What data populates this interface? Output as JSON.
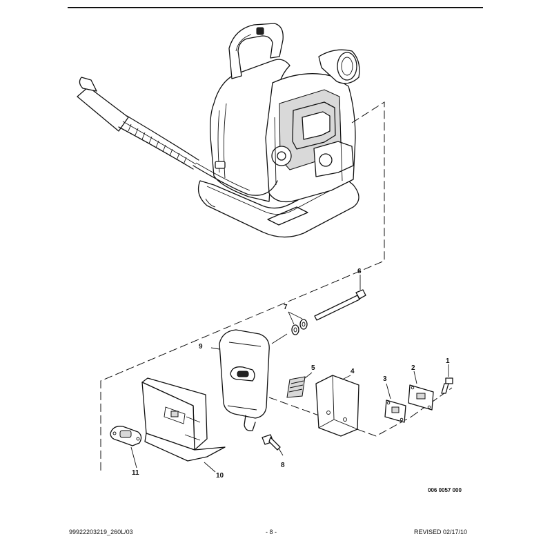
{
  "callouts": {
    "c1": "1",
    "c2": "2",
    "c3": "3",
    "c4": "4",
    "c5": "5",
    "c6": "6",
    "c7": "7",
    "c8": "8",
    "c9": "9",
    "c10": "10",
    "c11": "11"
  },
  "figure_number": "006 0057 000",
  "footer": {
    "left": "99922203219_260L/03",
    "center": "- 8 -",
    "right": "REVISED 02/17/10"
  }
}
